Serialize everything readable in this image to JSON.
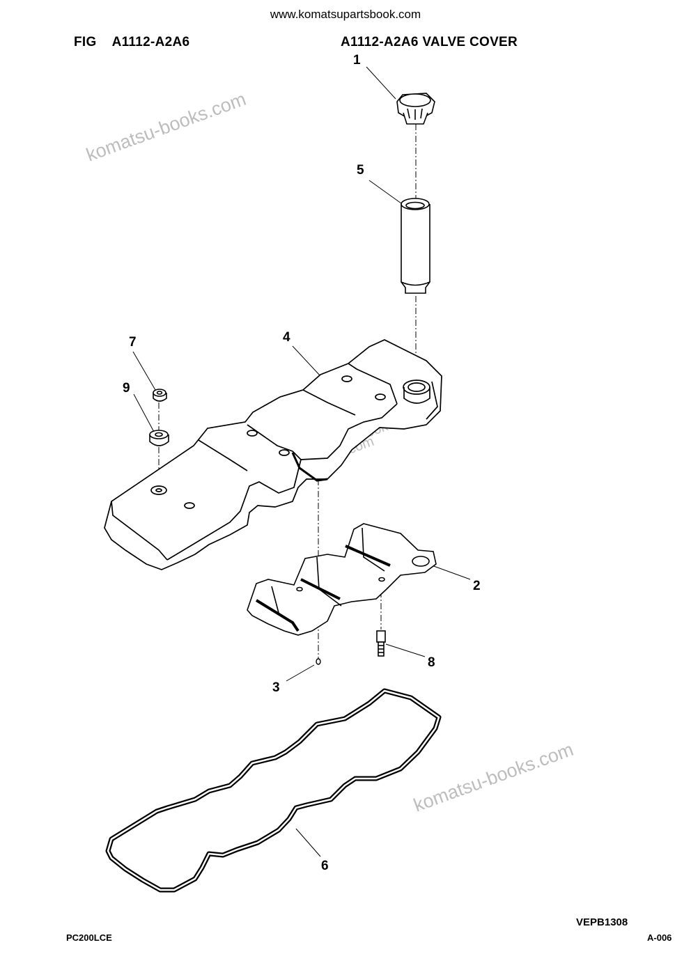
{
  "header": {
    "site_url": "www.komatsupartsbook.com",
    "fig_prefix": "FIG",
    "fig_code": "A1112-A2A6",
    "title": "A1112-A2A6 VALVE COVER"
  },
  "watermarks": [
    "komatsu-books.com",
    "komatsu-books.com",
    "komatsu-books.com",
    "komatsu-books.com"
  ],
  "callouts": [
    "1",
    "2",
    "3",
    "4",
    "5",
    "6",
    "7",
    "8",
    "9"
  ],
  "footer": {
    "ref_code": "VEPB1308",
    "model": "PC200LCE",
    "page": "A-006"
  }
}
